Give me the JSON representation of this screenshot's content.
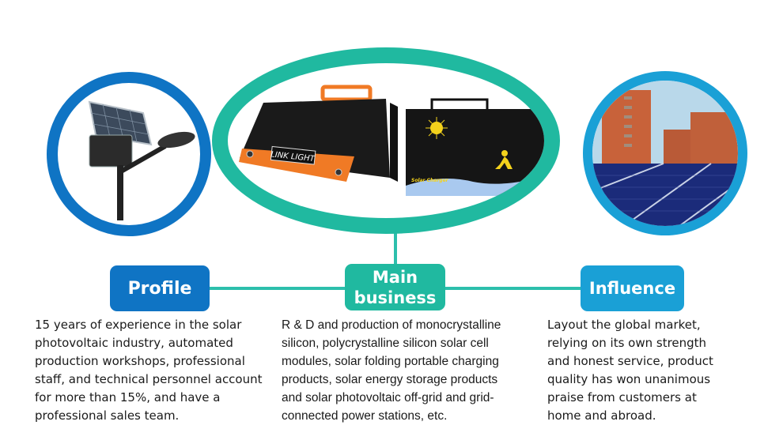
{
  "sections": {
    "profile": {
      "title": "Profile",
      "description": "15 years of experience in the solar photovoltaic industry, automated production workshops, professional staff, and technical personnel account for more than 15%, and have a professional sales team.",
      "image": "solar-street-light",
      "color": "#0f74c4"
    },
    "main_business": {
      "title_line1": "Main",
      "title_line2": "business",
      "description": "R & D and production of monocrystalline silicon, polycrystalline silicon solar cell modules, solar folding portable charging products, solar energy storage products and solar photovoltaic off-grid and grid-connected power stations, etc.",
      "image": "solar-folding-chargers",
      "product_labels": [
        "LINK LIGHT",
        "Solar Charger"
      ],
      "color": "#20b9a0"
    },
    "influence": {
      "title": "Influence",
      "description": "Layout the global market, relying on its own strength and honest service, product quality has won unanimous praise from customers at home and abroad.",
      "image": "rooftop-solar-panels-buildings",
      "color": "#1aa0d6"
    }
  },
  "connector_color": "#2cbfac"
}
